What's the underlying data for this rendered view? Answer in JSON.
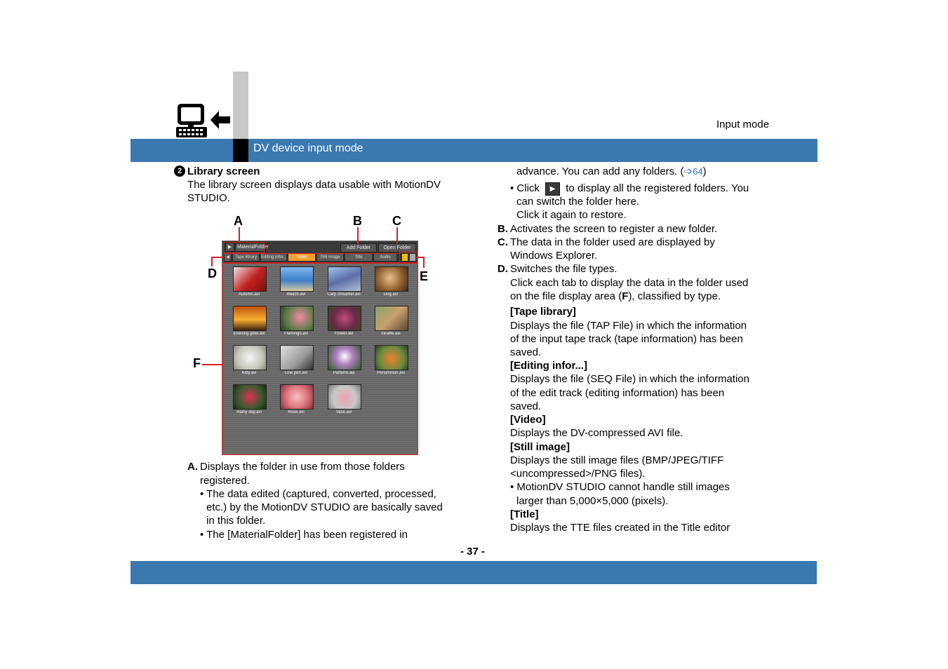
{
  "header": {
    "mode_label": "Input mode",
    "section_title": "DV device input mode"
  },
  "left": {
    "bullet_num": "2",
    "heading": "Library screen",
    "intro_lines": [
      "The library screen displays data usable with MotionDV",
      "STUDIO."
    ],
    "item_a": {
      "label": "A.",
      "lines": [
        "Displays the folder in use from those folders",
        "registered."
      ],
      "bullet1": [
        "• The data edited (captured, converted, processed,",
        "etc.) by the MotionDV STUDIO are basically saved",
        "in this folder."
      ],
      "bullet2": "• The [MaterialFolder] has been registered in"
    }
  },
  "figure": {
    "callouts": {
      "a": "A",
      "b": "B",
      "c": "C",
      "d": "D",
      "e": "E",
      "f": "F"
    },
    "folder_name": "MaterialFolder",
    "add_folder": "Add Folder",
    "open_folder": "Open Folder",
    "tabs": [
      "Tape library",
      "Editing infor...",
      "Video",
      "Still image",
      "Title",
      "Audio"
    ],
    "active_tab": "Video",
    "files": [
      "Autumn.avi",
      "Beach.avi",
      "Carp streamer.avi",
      "Dog.avi",
      "Evening glow.avi",
      "Flamingo.avi",
      "Flower.avi",
      "Giraffe.avi",
      "Kitty.avi",
      "Line pen.avi",
      "Parterre.avi",
      "Persimmon.avi",
      "Rainy day.avi",
      "Rose.avi",
      "Vase.avi"
    ]
  },
  "right": {
    "cont": "advance. You can add any folders. (",
    "link": "64",
    "cont_end": ")",
    "click_pre": "• Click",
    "click_post": "to display all the registered folders. You",
    "click_lines": [
      "can switch the folder here.",
      "Click it again to restore."
    ],
    "item_b": {
      "label": "B.",
      "text": "Activates the screen to register a new folder."
    },
    "item_c": {
      "label": "C.",
      "lines": [
        "The data in the folder used are displayed by",
        "Windows Explorer."
      ]
    },
    "item_d": {
      "label": "D.",
      "text": "Switches the file types."
    },
    "d_line1": "Click each tab to display the data in the folder used",
    "d_line2_pre": "on the file display area (",
    "d_line2_bold": "F",
    "d_line2_post": "), classified by type.",
    "tape_head": "[Tape library]",
    "tape_lines": [
      "Displays the file (TAP File) in which the information",
      "of the input tape track (tape information) has been",
      "saved."
    ],
    "edit_head": "[Editing infor...]",
    "edit_lines": [
      "Displays the file (SEQ File) in which the information",
      "of the edit track (editing information) has been",
      "saved."
    ],
    "video_head": "[Video]",
    "video_text": "Displays the DV-compressed AVI file.",
    "still_head": "[Still image]",
    "still_lines": [
      "Displays the still image files (BMP/JPEG/TIFF",
      "<uncompressed>/PNG files)."
    ],
    "still_note": [
      "• MotionDV STUDIO cannot handle still images",
      "larger than 5,000×5,000 (pixels)."
    ],
    "title_head": "[Title]",
    "title_text": "Displays the TTE files created in the Title editor"
  },
  "footer": {
    "page_number": "- 37 -"
  }
}
